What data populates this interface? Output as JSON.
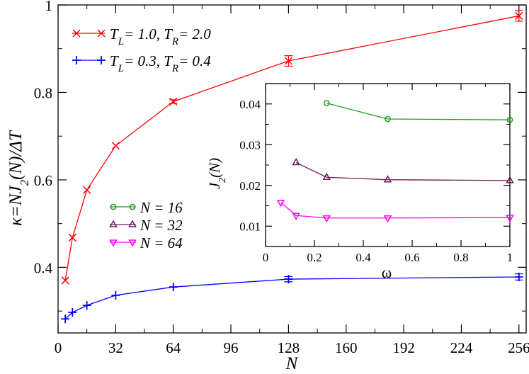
{
  "chart_data": [
    {
      "type": "line",
      "xlabel": "N",
      "ylabel": "κ=NJ₂(N)/ΔT",
      "xlim": [
        0,
        260
      ],
      "ylim": [
        0.25,
        1.0
      ],
      "xticks": [
        0,
        32,
        64,
        96,
        128,
        160,
        192,
        224,
        256
      ],
      "xtick_labels": [
        "0",
        "32",
        "64",
        "96",
        "128",
        "160",
        "192",
        "224",
        "256"
      ],
      "yticks": [
        0.4,
        0.6,
        0.8,
        1.0
      ],
      "ytick_labels": [
        "0.4",
        "0.6",
        "0.8",
        "1"
      ],
      "legend_position": "top-left",
      "series": [
        {
          "name": "T_L= 1.0, T_R= 2.0",
          "label_main_1": "T",
          "label_sub_1": "L",
          "label_mid": "= 1.0, T",
          "label_sub_2": "R",
          "label_end": "= 2.0",
          "color": "#ff0000",
          "marker": "x",
          "x": [
            4,
            8,
            16,
            32,
            64,
            128,
            256
          ],
          "y": [
            0.37,
            0.468,
            0.577,
            0.678,
            0.779,
            0.872,
            0.975
          ],
          "err": [
            0,
            0,
            0,
            0,
            0.004,
            0.012,
            0.012
          ]
        },
        {
          "name": "T_L= 0.3, T_R= 0.4",
          "label_main_1": "T",
          "label_sub_1": "L",
          "label_mid": "= 0.3, T",
          "label_sub_2": "R",
          "label_end": "= 0.4",
          "color": "#0000ff",
          "marker": "+",
          "x": [
            4,
            8,
            16,
            32,
            64,
            128,
            256
          ],
          "y": [
            0.282,
            0.297,
            0.313,
            0.336,
            0.355,
            0.373,
            0.378
          ],
          "err": [
            0,
            0,
            0,
            0,
            0,
            0.006,
            0.007
          ]
        }
      ]
    },
    {
      "type": "line",
      "xlabel": "ω",
      "ylabel": "J₂(N)",
      "xlim": [
        0,
        1.0
      ],
      "ylim": [
        0.005,
        0.045
      ],
      "xticks": [
        0,
        0.2,
        0.4,
        0.6,
        0.8,
        1.0
      ],
      "xtick_labels": [
        "0",
        "0.2",
        "0.4",
        "0.6",
        "0.8",
        "1"
      ],
      "yticks": [
        0.01,
        0.02,
        0.03,
        0.04
      ],
      "ytick_labels": [
        "0.01",
        "0.02",
        "0.03",
        "0.04"
      ],
      "legend_position": "left of inset",
      "series": [
        {
          "name": "N = 16",
          "label_var": "N",
          "label_rest": " = 16",
          "color": "#1a9e1a",
          "marker": "circle",
          "x": [
            0.25,
            0.5,
            1.0
          ],
          "y": [
            0.0402,
            0.0363,
            0.0361
          ]
        },
        {
          "name": "N = 32",
          "label_var": "N",
          "label_rest": " = 32",
          "color": "#6b1a5a",
          "marker": "triangle-up",
          "x": [
            0.125,
            0.25,
            0.5,
            1.0
          ],
          "y": [
            0.0256,
            0.022,
            0.0214,
            0.0212
          ]
        },
        {
          "name": "N = 64",
          "label_var": "N",
          "label_rest": " = 64",
          "color": "#ff00ff",
          "marker": "triangle-down",
          "x": [
            0.0625,
            0.125,
            0.25,
            0.5,
            1.0
          ],
          "y": [
            0.0158,
            0.0126,
            0.012,
            0.012,
            0.0121
          ]
        }
      ]
    }
  ]
}
